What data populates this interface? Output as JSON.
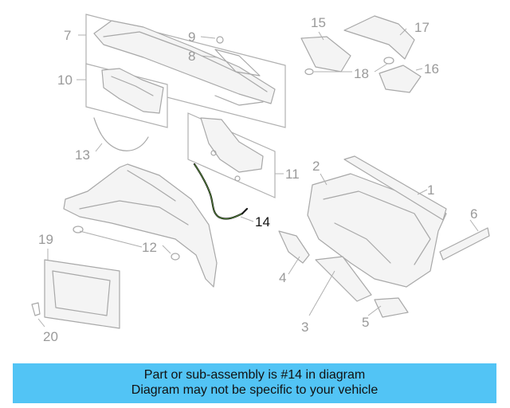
{
  "diagram": {
    "callouts": [
      "1",
      "2",
      "3",
      "4",
      "5",
      "6",
      "7",
      "8",
      "9",
      "10",
      "11",
      "12",
      "13",
      "14",
      "15",
      "16",
      "17",
      "18",
      "19",
      "20"
    ],
    "highlighted_callout": "14"
  },
  "caption": {
    "line1": "Part or sub-assembly is #14 in diagram",
    "line2": "Diagram may not be specific to your vehicle",
    "background_color": "#52c4f5"
  }
}
